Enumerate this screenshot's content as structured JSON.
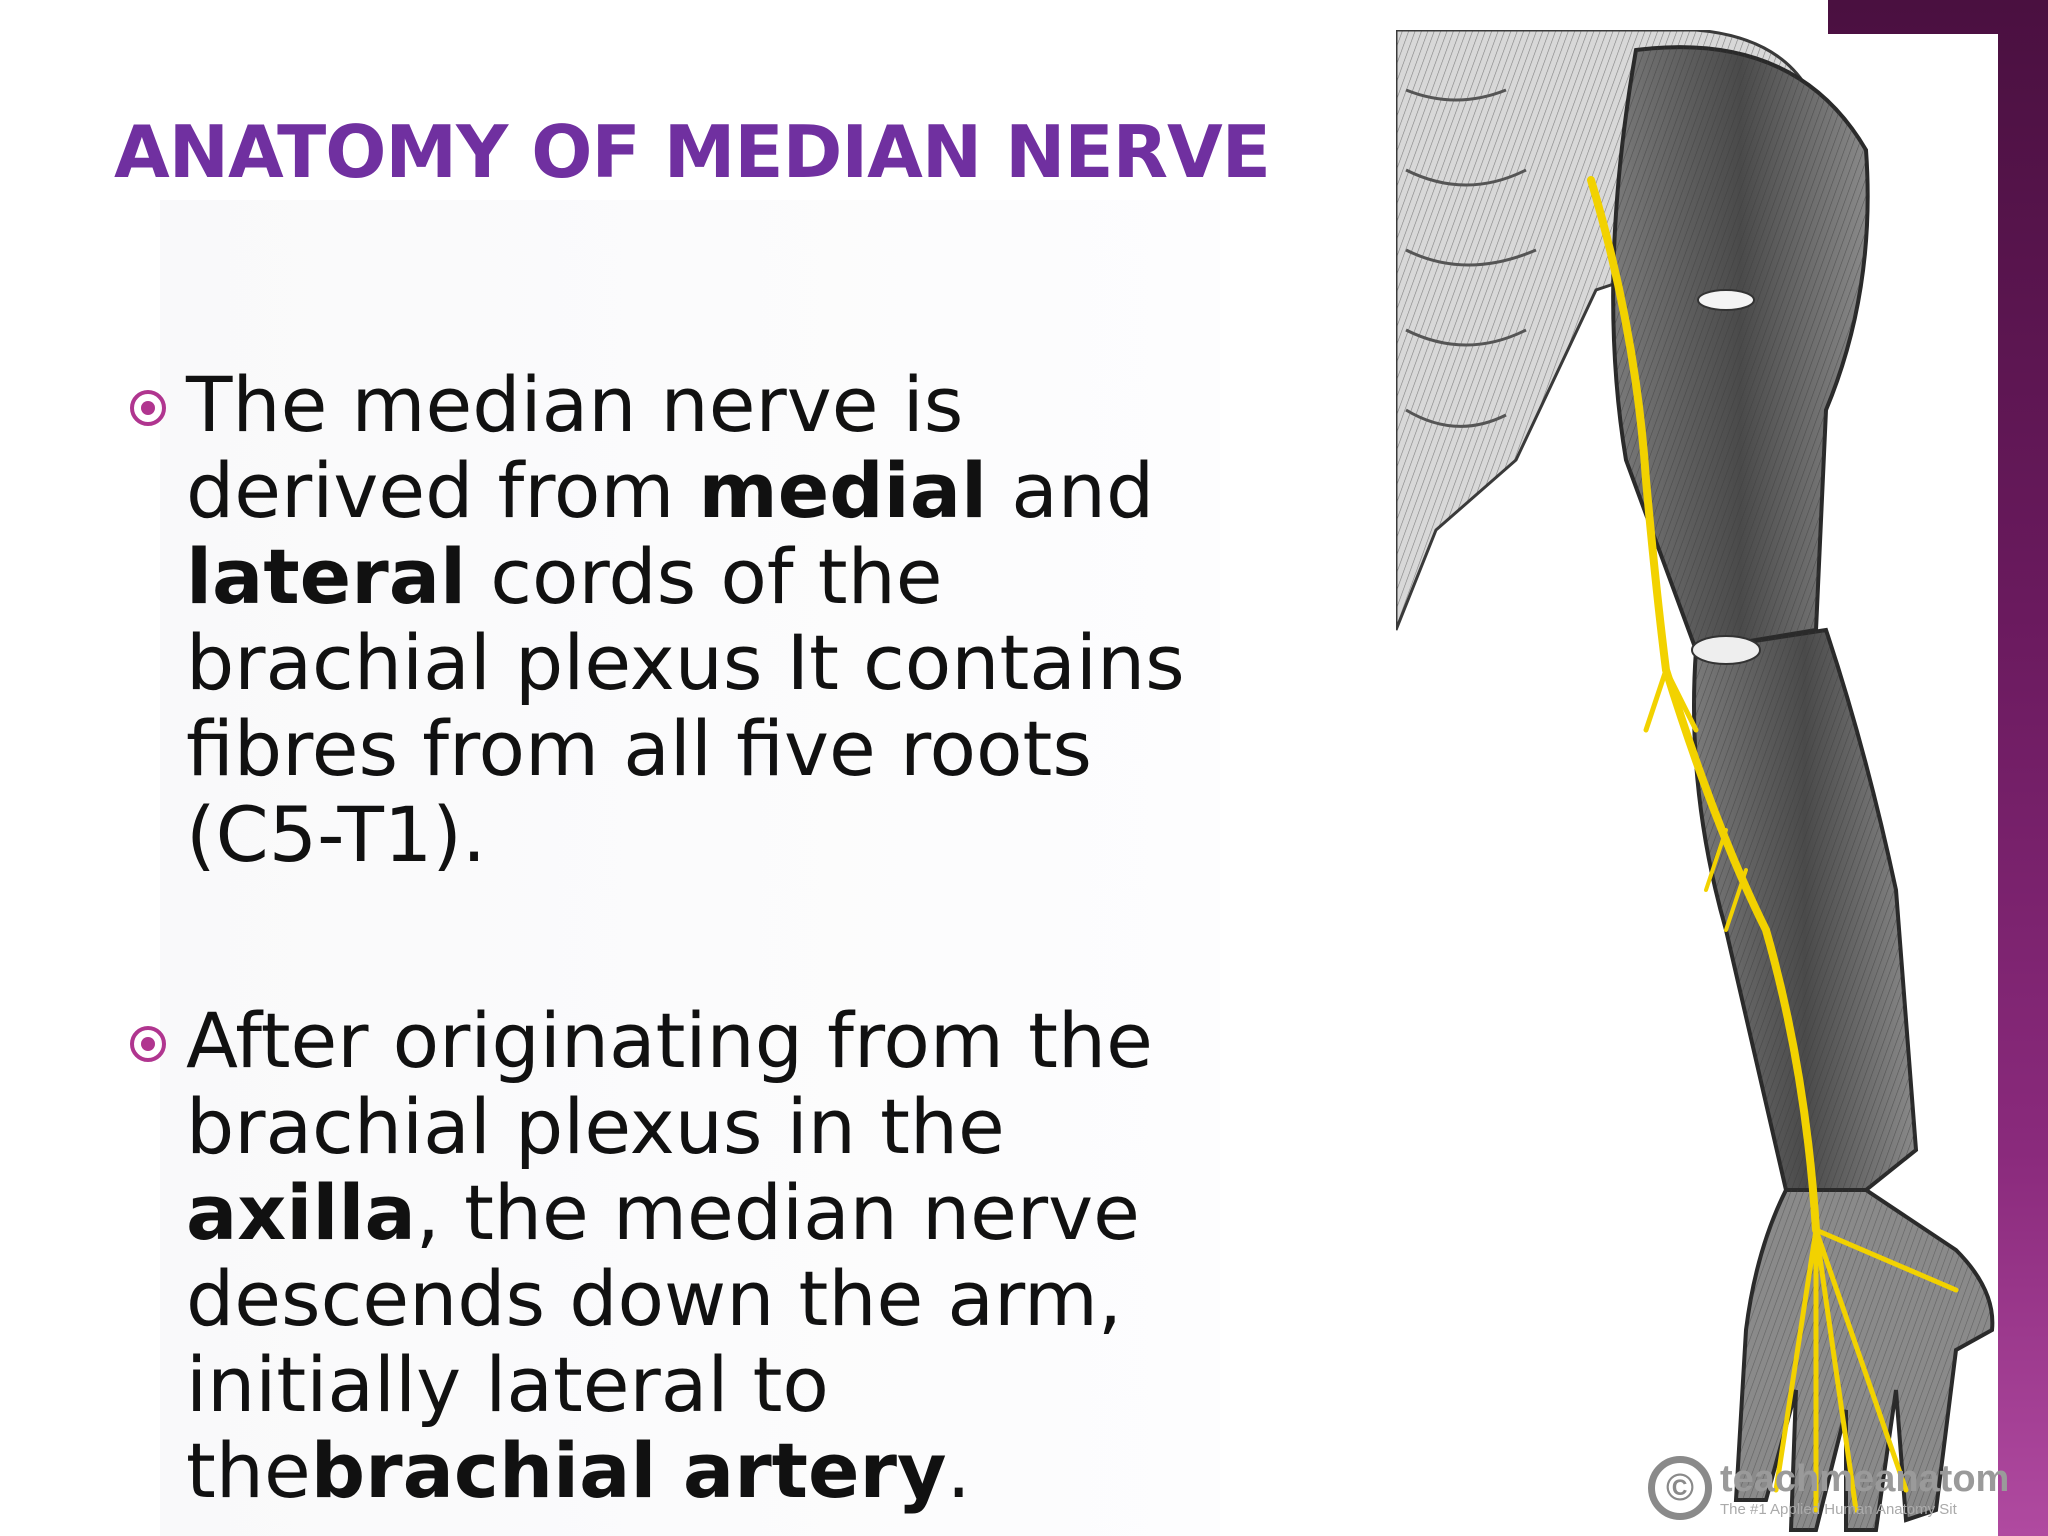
{
  "slide": {
    "title": "ANATOMY OF MEDIAN NERVE",
    "colors": {
      "title": "#7030a0",
      "bullet": "#b0358f",
      "accent_bar": "#6a1a5e",
      "nerve": "#f2d200"
    },
    "bullets": [
      {
        "parts": [
          {
            "text": "The median nerve is derived from ",
            "bold": false
          },
          {
            "text": "medial",
            "bold": true
          },
          {
            "text": " and ",
            "bold": false
          },
          {
            "text": "lateral",
            "bold": true
          },
          {
            "text": " cords of the brachial plexus It contains fibres from all five roots (C5-T1).",
            "bold": false
          }
        ]
      },
      {
        "parts": [
          {
            "text": "After originating from the brachial plexus in the ",
            "bold": false
          },
          {
            "text": "axilla",
            "bold": true
          },
          {
            "text": ", the median nerve descends down the arm, initially lateral to the",
            "bold": false
          },
          {
            "text": "brachial artery",
            "bold": true
          },
          {
            "text": ".",
            "bold": false
          }
        ]
      }
    ]
  },
  "figure": {
    "icon": "arm-anatomy-illustration",
    "watermark": {
      "symbol": "©",
      "name": "teachmeanatom",
      "tagline": "The #1 Applied Human Anatomy Sit"
    }
  }
}
